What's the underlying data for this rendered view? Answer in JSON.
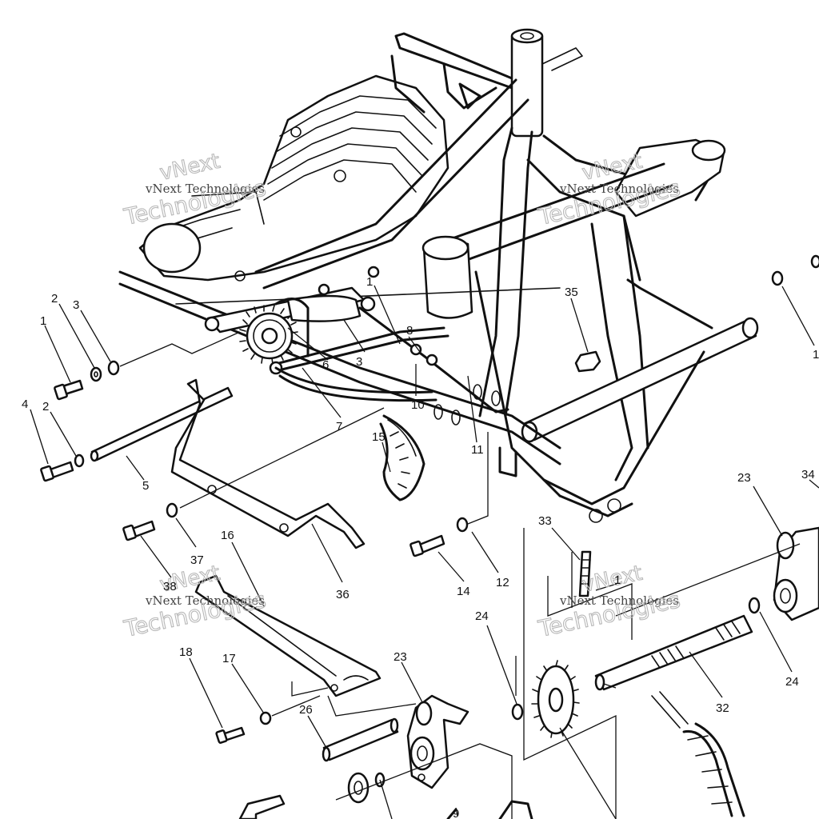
{
  "watermarks": [
    {
      "line1": "vNext Technologies",
      "line2": "vNext",
      "line3": "Technologies"
    },
    {
      "line1": "vNext Technologies",
      "line2": "vNext",
      "line3": "Technologies"
    },
    {
      "line1": "vNext Technologies",
      "line2": "vNext",
      "line3": "Technologies"
    },
    {
      "line1": "vNext Technologies",
      "line2": "vNext",
      "line3": "Technologies"
    }
  ],
  "callouts": {
    "c1a": "1",
    "c2a": "2",
    "c3a": "3",
    "c4": "4",
    "c2b": "2",
    "c5": "5",
    "c1b": "1",
    "c8": "8",
    "c6": "6",
    "c3b": "3",
    "c10": "10",
    "c7": "7",
    "c11": "11",
    "c15": "15",
    "c35": "35",
    "c1c": "1",
    "c23a": "23",
    "c34": "34",
    "c37": "37",
    "c38": "38",
    "c36": "36",
    "c16": "16",
    "c33": "33",
    "c12": "12",
    "c14": "14",
    "c1d": "1",
    "c24a": "24",
    "c24b": "24",
    "c32": "32",
    "c18": "18",
    "c17": "17",
    "c26": "26",
    "c23b": "23",
    "c9": "9"
  }
}
